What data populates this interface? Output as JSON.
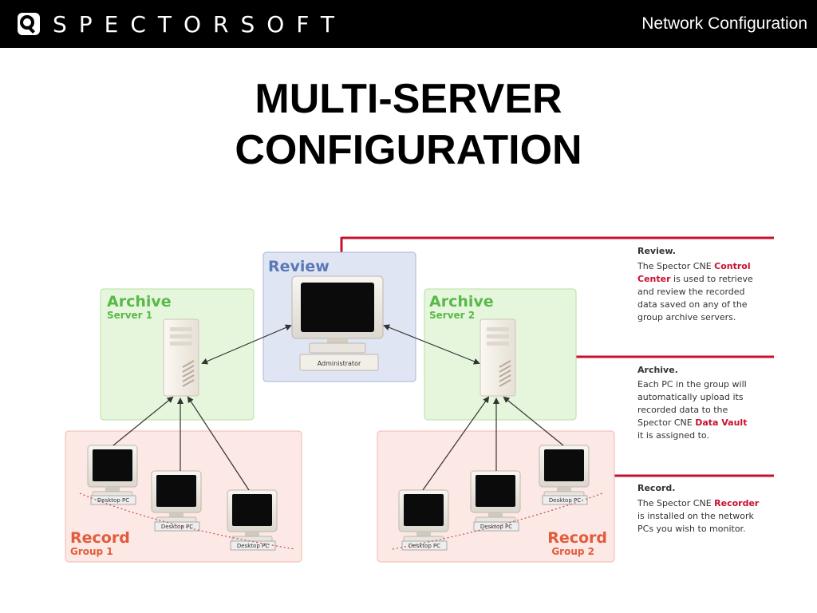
{
  "header": {
    "brand": "SPECTORSOFT",
    "section": "Network Configuration",
    "logo_icon": "magnifier-icon"
  },
  "title": {
    "line1": "MULTI-SERVER",
    "line2": "CONFIGURATION"
  },
  "diagram": {
    "review_box": {
      "title": "Review",
      "computer_label": "Administrator"
    },
    "archive_left": {
      "title": "Archive",
      "subtitle": "Server 1"
    },
    "archive_right": {
      "title": "Archive",
      "subtitle": "Server 2"
    },
    "record_left": {
      "title": "Record",
      "subtitle": "Group 1",
      "pc_labels": [
        "Desktop PC",
        "Desktop PC",
        "Desktop PC"
      ]
    },
    "record_right": {
      "title": "Record",
      "subtitle": "Group 2",
      "pc_labels": [
        "Desktop PC",
        "Desktop PC",
        "Desktop PC"
      ]
    },
    "colors": {
      "review_fill": "#dfe5f3",
      "review_stroke": "#a7b5d8",
      "review_text": "#5b78b7",
      "archive_fill": "#e6f6dd",
      "archive_stroke": "#b5e0a0",
      "archive_text": "#58b947",
      "record_fill": "#fce8e4",
      "record_stroke": "#f0b8ac",
      "record_text": "#e15c3d",
      "red_rule": "#c8102e"
    }
  },
  "panels": {
    "review": {
      "heading": "Review.",
      "line1_pre": "The Spector CNE ",
      "line1_em": "Control",
      "line2_em": "Center",
      "line2_post": " is used to retrieve",
      "line3": "and review the recorded",
      "line4": "data saved on any of the",
      "line5": "group archive servers."
    },
    "archive": {
      "heading": "Archive.",
      "line1": "Each PC in the group will",
      "line2": "automatically upload its",
      "line3": "recorded data to the",
      "line4_pre": "Spector CNE ",
      "line4_em": "Data Vault",
      "line5": "it is assigned to."
    },
    "record": {
      "heading": "Record.",
      "line1_pre": "The Spector CNE ",
      "line1_em": "Recorder",
      "line2": "is installed on the network",
      "line3": "PCs you wish to monitor."
    }
  }
}
